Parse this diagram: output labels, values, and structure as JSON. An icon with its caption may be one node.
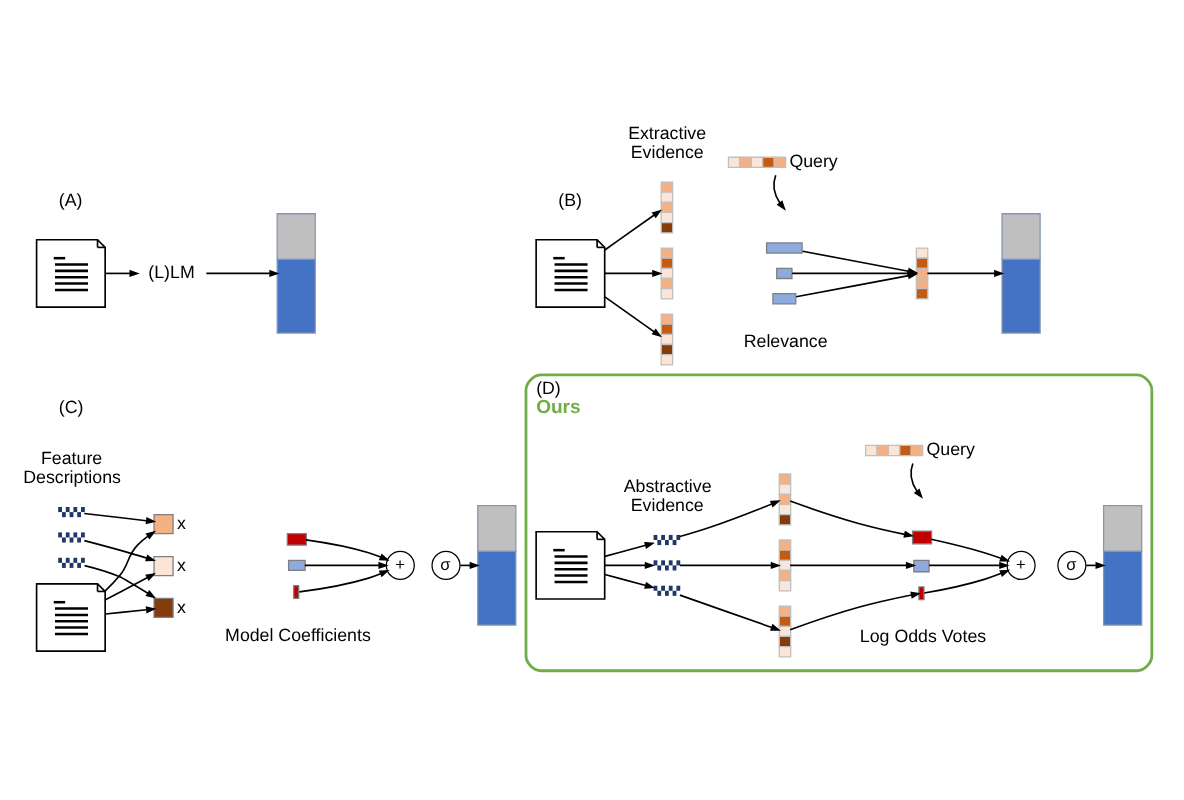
{
  "diagram": {
    "nodes": [
      {
        "text": [],
        "shape": "document"
      },
      {
        "text": [
          "(L)LM"
        ]
      },
      {
        "text": [],
        "shape": "bar"
      },
      {
        "text": [],
        "shape": "document"
      },
      {
        "text": [],
        "shape": "vector"
      },
      {
        "text": [],
        "shape": "vector"
      },
      {
        "text": [],
        "shape": "vector"
      },
      {
        "text": [],
        "shape": "vector",
        "beside": [
          "Query"
        ]
      },
      {
        "text": [],
        "shape": "bar"
      },
      {
        "text": [],
        "shape": "bar"
      },
      {
        "text": [],
        "shape": "bar"
      },
      {
        "text": [],
        "shape": "vector"
      },
      {
        "text": [],
        "shape": "bar"
      },
      {
        "text": [],
        "shape": "wave"
      },
      {
        "text": [],
        "shape": "wave"
      },
      {
        "text": [],
        "shape": "wave"
      },
      {
        "text": [],
        "shape": "document"
      },
      {
        "text": [],
        "shape": "box",
        "beside": [
          "x"
        ]
      },
      {
        "text": [],
        "shape": "box",
        "beside": [
          "x"
        ]
      },
      {
        "text": [],
        "shape": "box",
        "beside": [
          "x"
        ]
      },
      {
        "text": [],
        "shape": "bar"
      },
      {
        "text": [],
        "shape": "bar"
      },
      {
        "text": [],
        "shape": "bar"
      },
      {
        "text": [
          "+"
        ]
      },
      {
        "text": [
          "σ"
        ]
      },
      {
        "text": [],
        "shape": "bar"
      },
      {
        "text": [
          "(D)",
          "Ours"
        ]
      },
      {
        "text": [],
        "shape": "document",
        "in": 26
      },
      {
        "text": [],
        "shape": "wave",
        "in": 26
      },
      {
        "text": [],
        "shape": "wave",
        "in": 26
      },
      {
        "text": [],
        "shape": "wave",
        "in": 26
      },
      {
        "text": [],
        "shape": "vector",
        "in": 26
      },
      {
        "text": [],
        "shape": "vector",
        "in": 26
      },
      {
        "text": [],
        "shape": "vector",
        "in": 26
      },
      {
        "text": [],
        "shape": "vector",
        "beside": [
          "Query"
        ],
        "in": 26
      },
      {
        "text": [],
        "shape": "bar",
        "in": 26
      },
      {
        "text": [],
        "shape": "bar",
        "in": 26
      },
      {
        "text": [],
        "shape": "bar",
        "in": 26
      },
      {
        "text": [
          "+"
        ],
        "in": 26
      },
      {
        "text": [
          "σ"
        ],
        "in": 26
      },
      {
        "text": [],
        "shape": "bar",
        "in": 26
      }
    ],
    "edges": [
      {
        "from": 0,
        "to": 1,
        "arrow": "to"
      },
      {
        "from": 1,
        "to": 2,
        "arrow": "to"
      },
      {
        "from": 3,
        "to": 4,
        "arrow": "to"
      },
      {
        "from": 3,
        "to": 5,
        "arrow": "to"
      },
      {
        "from": 3,
        "to": 6,
        "arrow": "to"
      },
      {
        "from": 7,
        "to": null,
        "arrow": "to"
      },
      {
        "from": 8,
        "to": 11,
        "arrow": "to"
      },
      {
        "from": 9,
        "to": 11,
        "arrow": "to"
      },
      {
        "from": 10,
        "to": 11,
        "arrow": "to"
      },
      {
        "from": 11,
        "to": 12,
        "arrow": "to"
      },
      {
        "from": 13,
        "to": 17,
        "arrow": "to"
      },
      {
        "from": 14,
        "to": 18,
        "arrow": "to"
      },
      {
        "from": 15,
        "to": 19,
        "arrow": "to"
      },
      {
        "from": 16,
        "to": 17,
        "arrow": "to"
      },
      {
        "from": 16,
        "to": 18,
        "arrow": "to"
      },
      {
        "from": 16,
        "to": 19,
        "arrow": "to"
      },
      {
        "from": 20,
        "to": 23,
        "arrow": "to"
      },
      {
        "from": 21,
        "to": 23,
        "arrow": "to"
      },
      {
        "from": 22,
        "to": 23,
        "arrow": "to"
      },
      {
        "from": 24,
        "to": 25,
        "arrow": "to"
      },
      {
        "from": 27,
        "to": 28,
        "arrow": "to"
      },
      {
        "from": 27,
        "to": 29,
        "arrow": "to"
      },
      {
        "from": 27,
        "to": 30,
        "arrow": "to"
      },
      {
        "from": 28,
        "to": 31,
        "arrow": "to"
      },
      {
        "from": 29,
        "to": 32,
        "arrow": "to"
      },
      {
        "from": 30,
        "to": 33,
        "arrow": "to"
      },
      {
        "from": 31,
        "to": 35,
        "arrow": "to"
      },
      {
        "from": 32,
        "to": 36,
        "arrow": "to"
      },
      {
        "from": 33,
        "to": 37,
        "arrow": "to"
      },
      {
        "from": 34,
        "to": null,
        "arrow": "to"
      },
      {
        "from": 35,
        "to": 38,
        "arrow": "to"
      },
      {
        "from": 36,
        "to": 38,
        "arrow": "to"
      },
      {
        "from": 37,
        "to": 38,
        "arrow": "to"
      },
      {
        "from": 39,
        "to": 40,
        "arrow": "to"
      }
    ],
    "labels": [
      "(A)",
      "(B)",
      "Extractive Evidence",
      "Relevance",
      "(C)",
      "Feature Descriptions",
      "Model Coefficients",
      "Abstractive Evidence",
      "Log Odds Votes"
    ]
  }
}
